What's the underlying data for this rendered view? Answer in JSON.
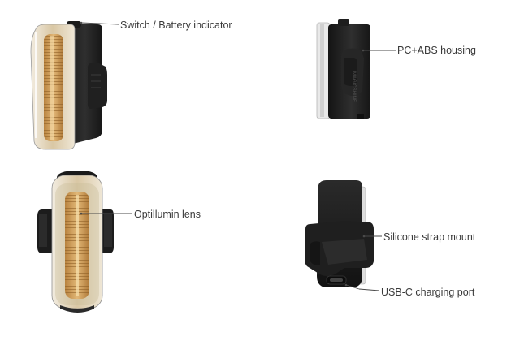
{
  "callouts": {
    "switch_battery": "Switch / Battery indicator",
    "housing": "PC+ABS housing",
    "lens": "Optillumin lens",
    "strap_mount": "Silicone strap mount",
    "usb_port": "USB-C charging port"
  },
  "colors": {
    "housing_dark": "#1c1c1c",
    "housing_mid": "#2d2d2d",
    "lens_amber": "#c99a58",
    "lens_light": "#e8dcc4",
    "leader_line": "#4a4a4a",
    "background": "#ffffff"
  }
}
